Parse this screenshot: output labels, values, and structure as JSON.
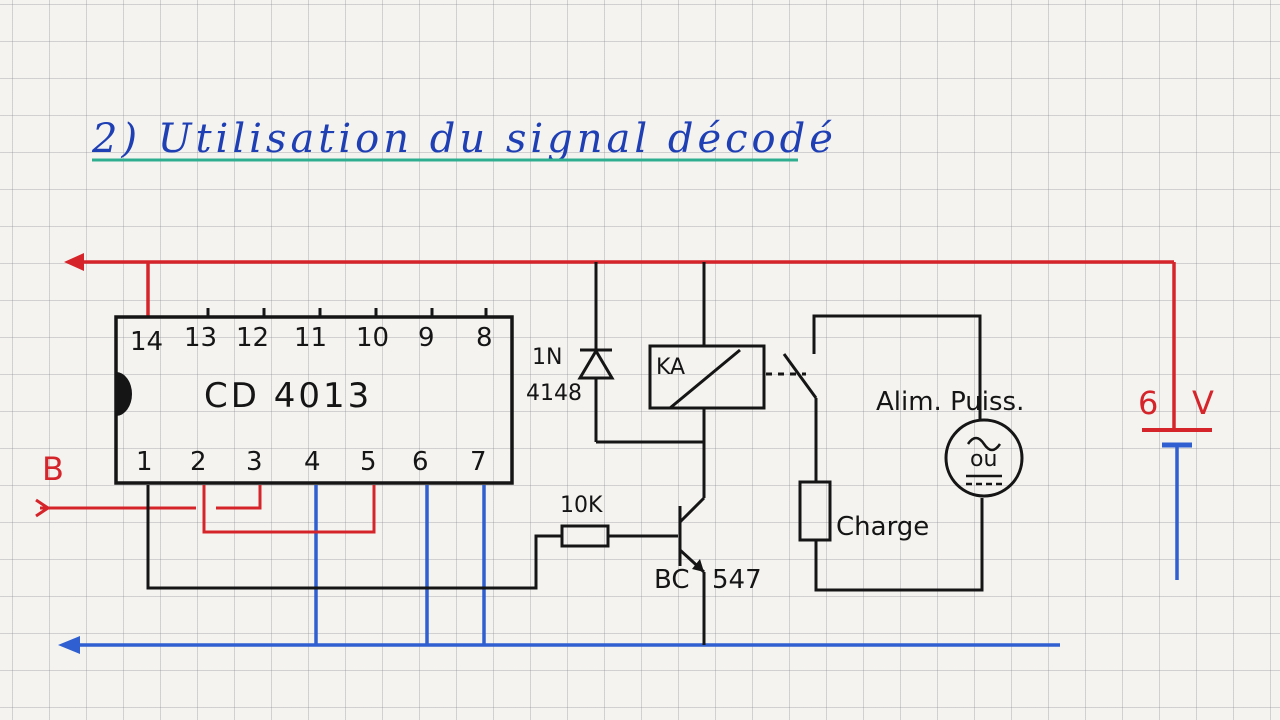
{
  "title": "2) Utilisation du signal décodé",
  "ic": {
    "name": "CD 4013",
    "top_pins": [
      "14",
      "13",
      "12",
      "11",
      "10",
      "9",
      "8"
    ],
    "bottom_pins": [
      "1",
      "2",
      "3",
      "4",
      "5",
      "6",
      "7"
    ]
  },
  "input_label": "B",
  "diode": {
    "line1": "1N",
    "line2": "4148"
  },
  "relay_label": "KA",
  "resistor_label": "10K",
  "transistor": {
    "line1": "BC",
    "line2": "547"
  },
  "power_supply_label": "Alim. Puiss.",
  "source_symbol_text": "ou",
  "load_label": "Charge",
  "battery": {
    "value": "6",
    "unit": "V"
  },
  "colors": {
    "positive_rail": "#d6242b",
    "ground_rail": "#2f5fd0",
    "wire": "#151515",
    "title_ink": "#1f3fb5",
    "title_underline": "#2fae8f",
    "paper": "#f4f3ef"
  }
}
